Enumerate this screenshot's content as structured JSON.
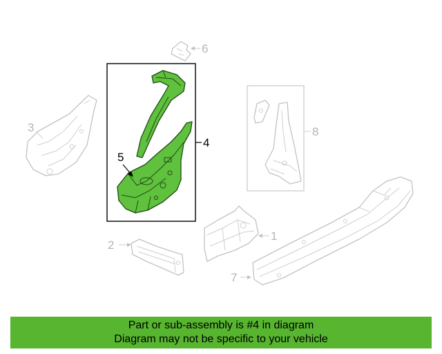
{
  "callouts": {
    "c1": "1",
    "c2": "2",
    "c3": "3",
    "c4": "4",
    "c5": "5",
    "c6": "6",
    "c7": "7",
    "c8": "8"
  },
  "highlighted_part": "4",
  "colors": {
    "highlight_part": "#5fc13d",
    "banner": "#57b530",
    "ghost_parts": "#c2c2c2"
  },
  "banner": {
    "line1": "Part or sub-assembly is #4 in diagram",
    "line2": "Diagram may not be specific to your vehicle"
  }
}
